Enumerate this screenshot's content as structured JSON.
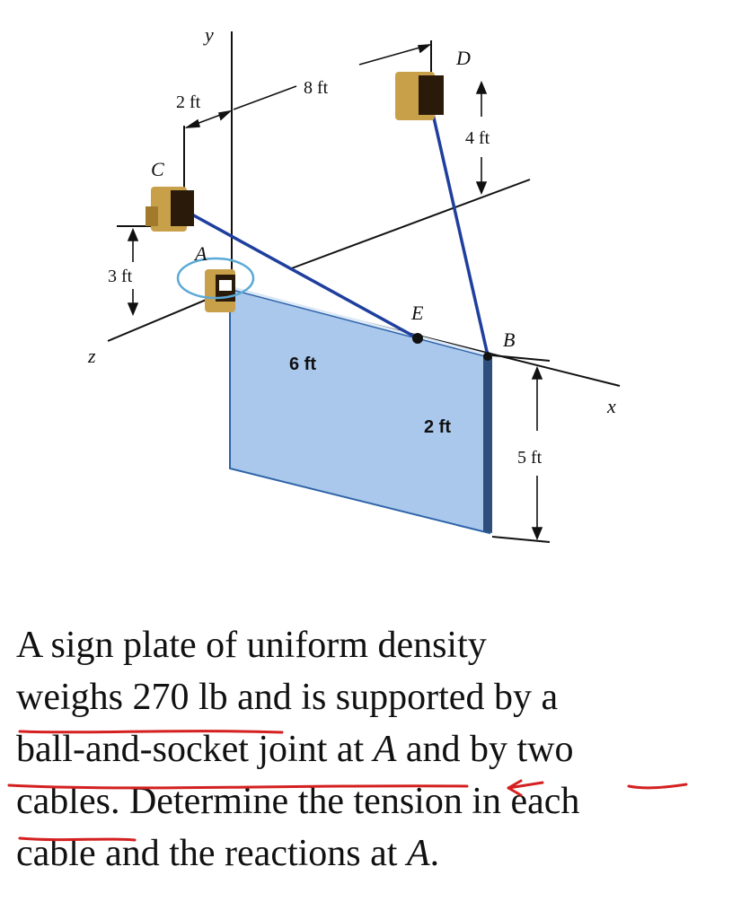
{
  "figure": {
    "point_labels": {
      "y": "y",
      "x": "x",
      "z": "z",
      "A": "A",
      "B": "B",
      "C": "C",
      "D": "D",
      "E": "E"
    },
    "dimensions": {
      "ac_horizontal": "2 ft",
      "cd_horizontal": "8 ft",
      "d_height": "4 ft",
      "c_height": "3 ft",
      "ae_length": "6 ft",
      "eb_length": "2 ft",
      "plate_height": "5 ft"
    },
    "colors": {
      "plate_fill": "#a9c8ec",
      "plate_edge": "#2e63a8",
      "cable": "#1f3f9e",
      "bracket": "#c9a04a",
      "annotation_red": "#d42020"
    }
  },
  "problem": {
    "line1": "A sign plate of uniform density",
    "line2a": "weighs 270 lb",
    "line2b": " and is supported by a",
    "line3a": "ball-and-socket joint at ",
    "line3b": "A",
    "line3c": " and by two",
    "line4a": "cables",
    "line4b": ". Determine the tension in each",
    "line5a": "cable and the reactions at ",
    "line5b": "A",
    "line5c": "."
  }
}
